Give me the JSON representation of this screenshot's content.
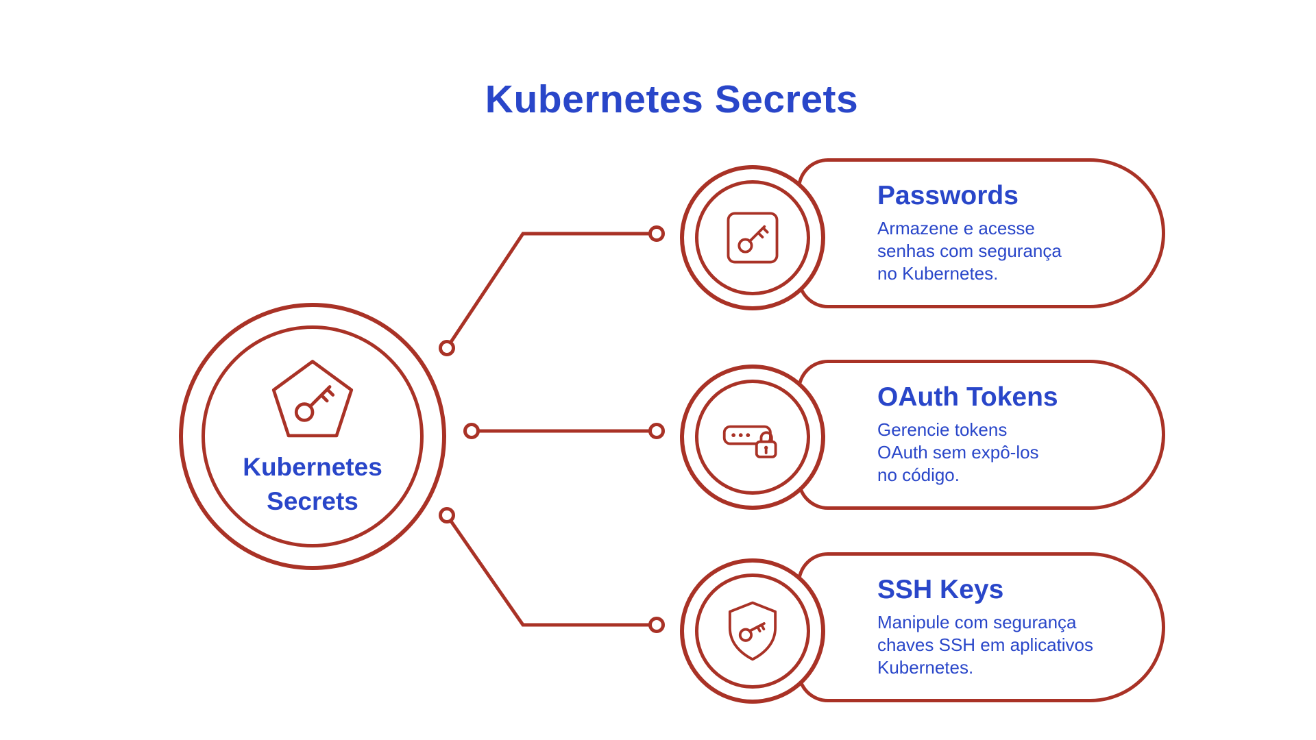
{
  "title": "Kubernetes Secrets",
  "colors": {
    "accent_red": "#A93226",
    "text_blue": "#2946C9"
  },
  "hub": {
    "icon": "pentagon-key-icon",
    "label_lines": [
      "Kubernetes",
      "Secrets"
    ]
  },
  "nodes": [
    {
      "title": "Passwords",
      "icon": "key-square-icon",
      "desc_lines": [
        "Armazene e acesse",
        "senhas com segurança",
        "no Kubernetes."
      ]
    },
    {
      "title": "OAuth Tokens",
      "icon": "token-lock-icon",
      "desc_lines": [
        "Gerencie tokens",
        "OAuth sem expô-los",
        "no código."
      ]
    },
    {
      "title": "SSH Keys",
      "icon": "shield-key-icon",
      "desc_lines": [
        "Manipule com segurança",
        "chaves SSH em aplicativos",
        "Kubernetes."
      ]
    }
  ]
}
